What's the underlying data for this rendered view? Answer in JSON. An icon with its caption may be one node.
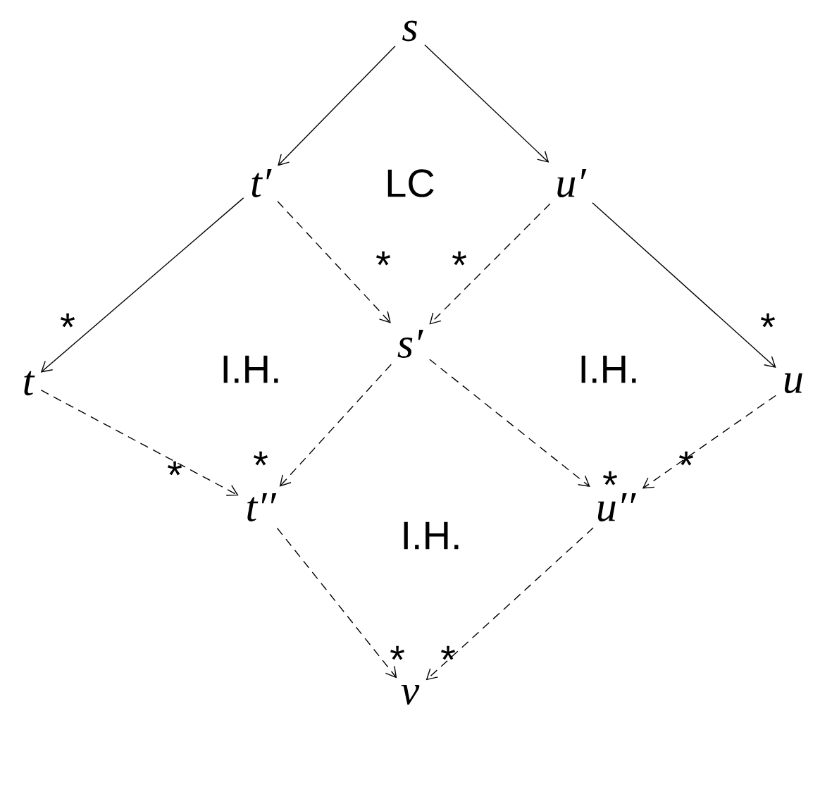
{
  "diagram": {
    "nodes": [
      {
        "text": [
          "s"
        ]
      },
      {
        "text": [
          "t′"
        ]
      },
      {
        "text": [
          "u′"
        ]
      },
      {
        "text": [
          "t"
        ]
      },
      {
        "text": [
          "s′"
        ]
      },
      {
        "text": [
          "u"
        ]
      },
      {
        "text": [
          "t′′"
        ]
      },
      {
        "text": [
          "u′′"
        ]
      },
      {
        "text": [
          "v"
        ]
      }
    ],
    "edges": [
      {
        "from": 0,
        "to": 1,
        "arrow": "to"
      },
      {
        "from": 0,
        "to": 2,
        "arrow": "to"
      },
      {
        "from": 1,
        "to": 3,
        "arrow": "to",
        "label": "*"
      },
      {
        "from": 2,
        "to": 5,
        "arrow": "to",
        "label": "*"
      },
      {
        "from": 1,
        "to": 4,
        "arrow": "to",
        "label": "*",
        "style": "dashed"
      },
      {
        "from": 2,
        "to": 4,
        "arrow": "to",
        "label": "*",
        "style": "dashed"
      },
      {
        "from": 3,
        "to": 6,
        "arrow": "to",
        "label": "*",
        "style": "dashed"
      },
      {
        "from": 4,
        "to": 6,
        "arrow": "to",
        "label": "*",
        "style": "dashed"
      },
      {
        "from": 4,
        "to": 7,
        "arrow": "to",
        "label": "*",
        "style": "dashed"
      },
      {
        "from": 5,
        "to": 7,
        "arrow": "to",
        "label": "*",
        "style": "dashed"
      },
      {
        "from": 6,
        "to": 8,
        "arrow": "to",
        "label": "*",
        "style": "dashed"
      },
      {
        "from": 7,
        "to": 8,
        "arrow": "to",
        "label": "*",
        "style": "dashed"
      }
    ],
    "labels": [
      "LC",
      "I.H.",
      "I.H.",
      "I.H."
    ]
  }
}
